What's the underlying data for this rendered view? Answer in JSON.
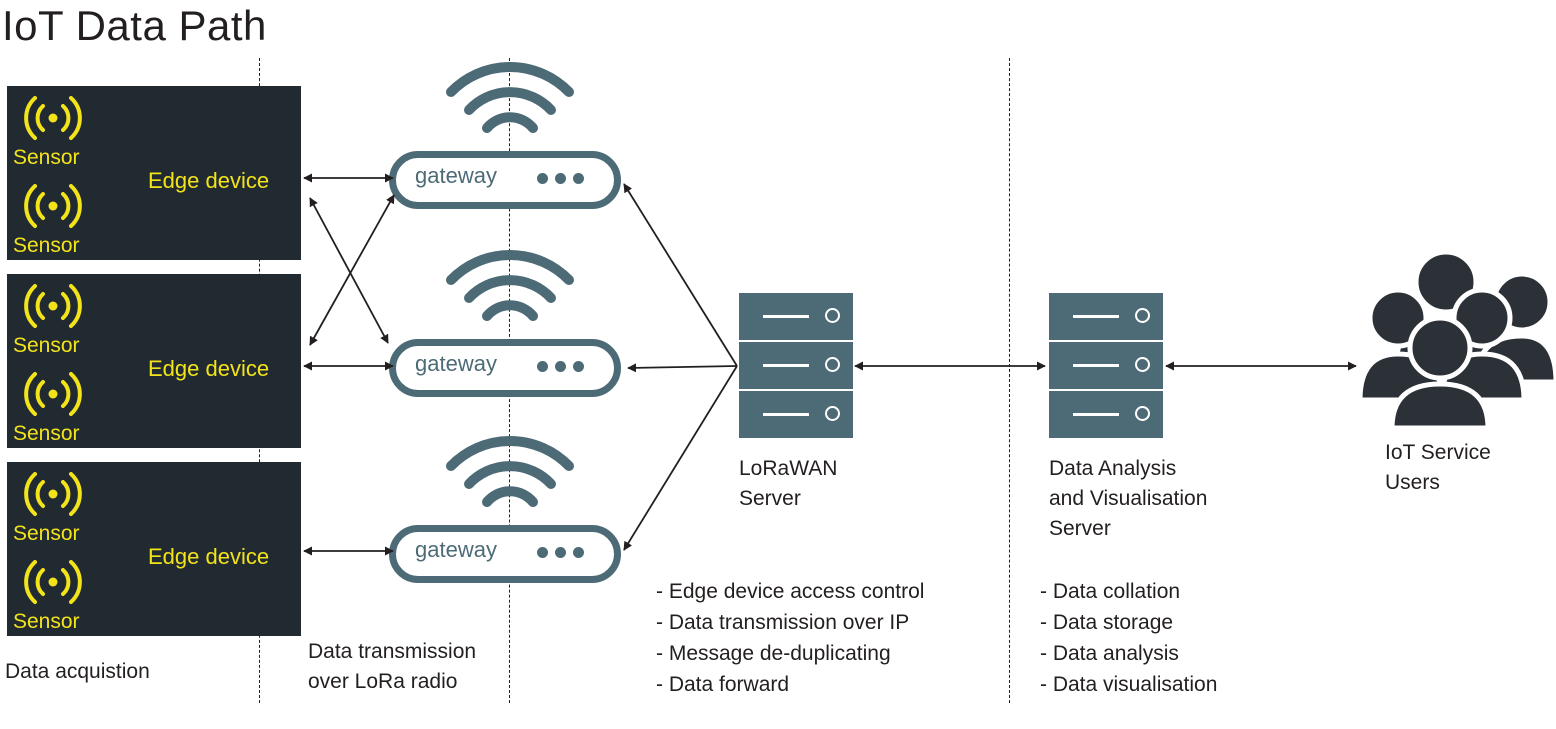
{
  "title": "IoT Data Path",
  "edge_devices": [
    {
      "label": "Edge device",
      "sensors": [
        "Sensor",
        "Sensor"
      ]
    },
    {
      "label": "Edge device",
      "sensors": [
        "Sensor",
        "Sensor"
      ]
    },
    {
      "label": "Edge device",
      "sensors": [
        "Sensor",
        "Sensor"
      ]
    }
  ],
  "gateways": [
    "gateway",
    "gateway",
    "gateway"
  ],
  "lorawan_server": {
    "label_line1": "LoRaWAN",
    "label_line2": "Server"
  },
  "analysis_server": {
    "label_line1": "Data Analysis",
    "label_line2": "and Visualisation",
    "label_line3": "Server"
  },
  "users": {
    "label_line1": "IoT Service",
    "label_line2": "Users"
  },
  "stages": {
    "acquisition": "Data acquistion",
    "transmission_line1": "Data transmission",
    "transmission_line2": "over LoRa radio"
  },
  "lorawan_functions": [
    "- Edge device access control",
    "- Data transmission over IP",
    "- Message de-duplicating",
    "- Data forward"
  ],
  "analysis_functions": [
    "- Data collation",
    "- Data storage",
    "- Data analysis",
    "- Data visualisation"
  ],
  "colors": {
    "edge_bg": "#222a31",
    "accent_yellow": "#f2e31b",
    "device_teal": "#4d6b77",
    "users_dark": "#2b3137"
  }
}
